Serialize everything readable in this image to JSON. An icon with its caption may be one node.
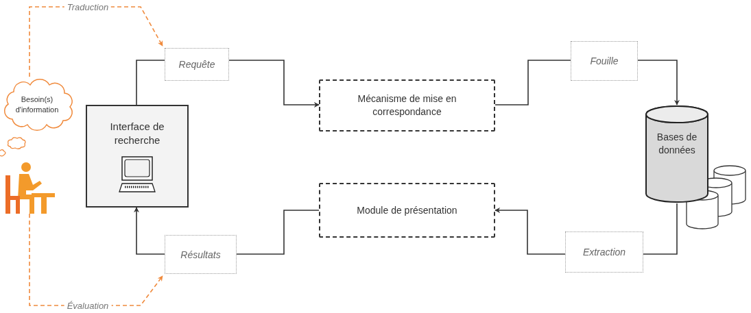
{
  "diagram": {
    "nodes": [
      {
        "text": [
          "Besoin(s) d'information"
        ]
      },
      {
        "text": [],
        "shape": "person"
      },
      {
        "text": [
          "Interface de recherche"
        ]
      },
      {
        "text": [
          "Requête"
        ]
      },
      {
        "text": [
          "Mécanisme de mise en correspondance"
        ]
      },
      {
        "text": [
          "Fouille"
        ]
      },
      {
        "text": [
          "Bases de données"
        ]
      },
      {
        "text": [
          "Extraction"
        ]
      },
      {
        "text": [
          "Module de présentation"
        ]
      },
      {
        "text": [
          "Résultats"
        ]
      }
    ],
    "edges": [
      {
        "from": 2,
        "to": 3,
        "arrow": "none"
      },
      {
        "from": 3,
        "to": 4,
        "arrow": "to"
      },
      {
        "from": 4,
        "to": 5,
        "arrow": "none"
      },
      {
        "from": 5,
        "to": 6,
        "arrow": "to"
      },
      {
        "from": 6,
        "to": 7,
        "arrow": "none"
      },
      {
        "from": 7,
        "to": 8,
        "arrow": "to"
      },
      {
        "from": 8,
        "to": 9,
        "arrow": "none"
      },
      {
        "from": 9,
        "to": 2,
        "arrow": "to"
      },
      {
        "from": 0,
        "to": 3,
        "arrow": "to",
        "label": "Traduction",
        "style": "dashed",
        "color": "#f08a3c"
      },
      {
        "from": 1,
        "to": 9,
        "arrow": "to",
        "label": "Évaluation",
        "style": "dashed",
        "color": "#f08a3c"
      }
    ]
  }
}
